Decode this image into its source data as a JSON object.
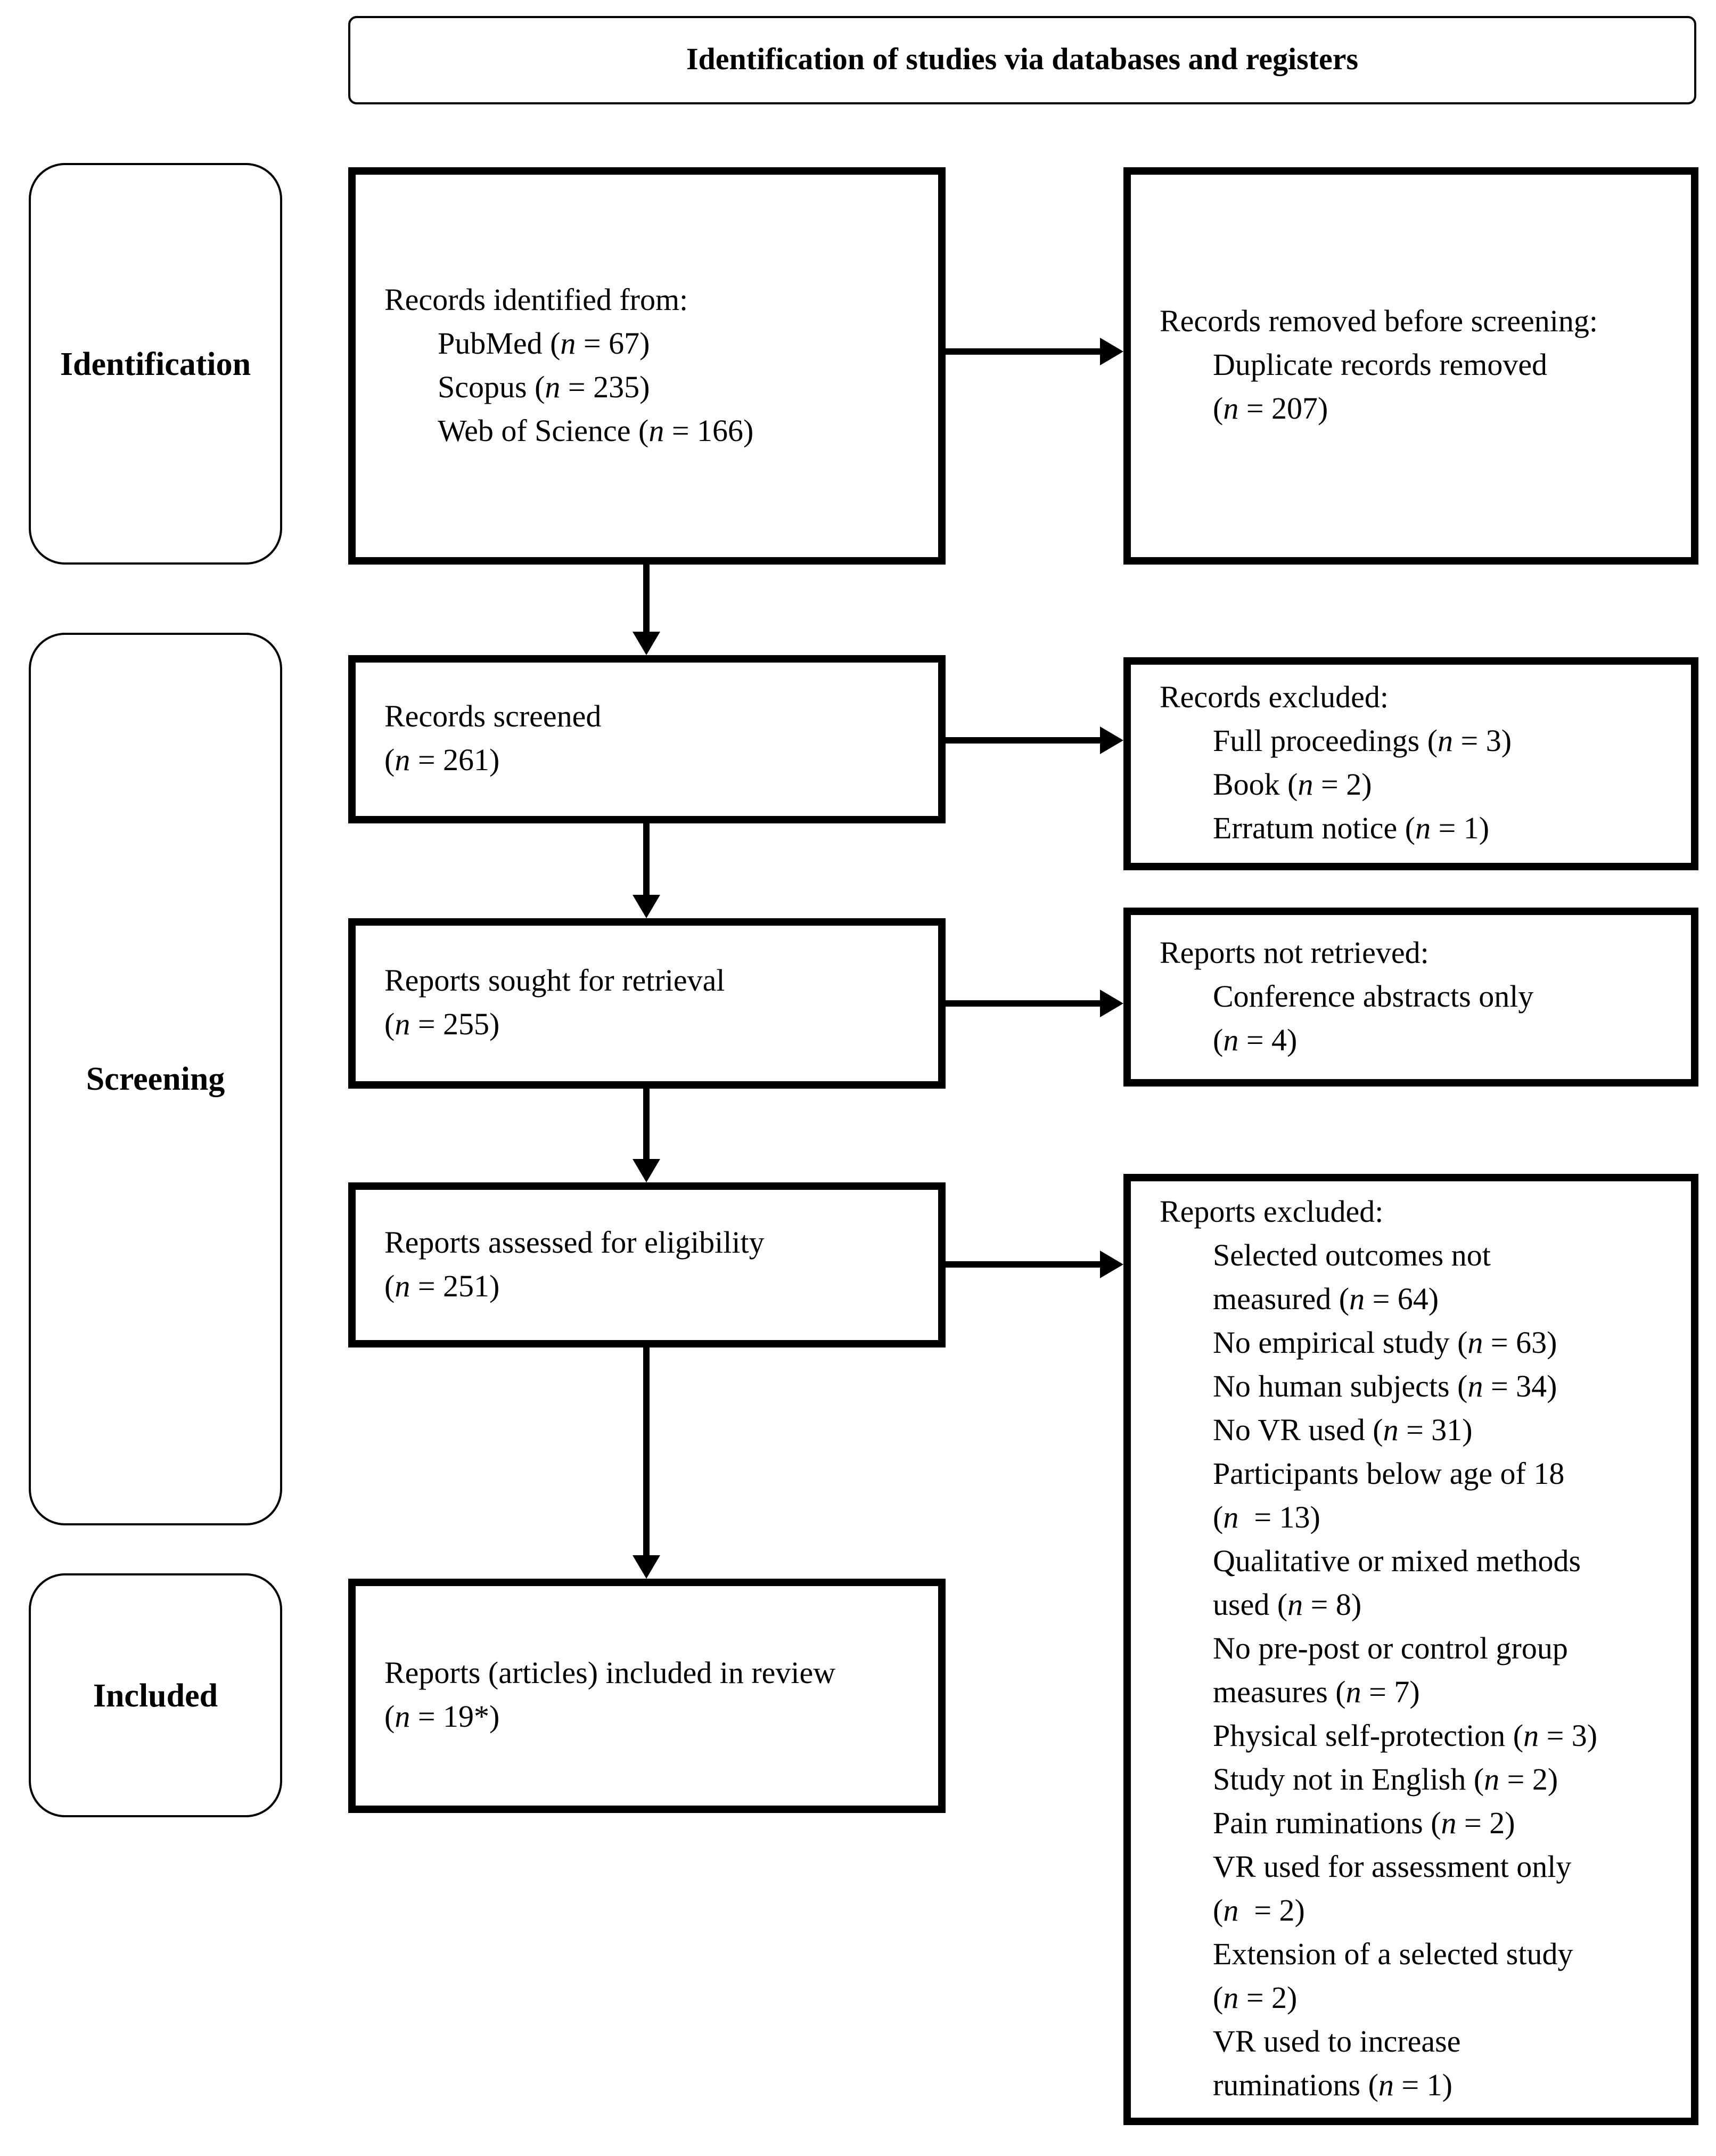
{
  "figure": {
    "title": "Identification of studies via databases and registers"
  },
  "stages": [
    {
      "label": "Identification"
    },
    {
      "label": "Screening"
    },
    {
      "label": "Included"
    }
  ],
  "boxes": {
    "records_identified": {
      "lines": [
        {
          "text": "Records identified from:",
          "indent": 0
        },
        {
          "text": "PubMed (n = 67)",
          "indent": 1
        },
        {
          "text": "Scopus (n = 235)",
          "indent": 1
        },
        {
          "text": "Web of Science (n = 166)",
          "indent": 1
        }
      ]
    },
    "records_removed": {
      "lines": [
        {
          "text": "Records removed before screening:",
          "indent": 0
        },
        {
          "text": "Duplicate records removed",
          "indent": 1
        },
        {
          "text": "(n = 207)",
          "indent": 1
        }
      ]
    },
    "records_screened": {
      "lines": [
        {
          "text": "Records screened",
          "indent": 0
        },
        {
          "text": "(n = 261)",
          "indent": 0
        }
      ]
    },
    "records_excluded": {
      "lines": [
        {
          "text": "Records excluded:",
          "indent": 0
        },
        {
          "text": "Full proceedings (n = 3)",
          "indent": 1
        },
        {
          "text": "Book (n = 2)",
          "indent": 1
        },
        {
          "text": "Erratum notice (n = 1)",
          "indent": 1
        }
      ]
    },
    "reports_sought": {
      "lines": [
        {
          "text": "Reports sought for retrieval",
          "indent": 0
        },
        {
          "text": "(n = 255)",
          "indent": 0
        }
      ]
    },
    "reports_not_retrieved": {
      "lines": [
        {
          "text": "Reports not retrieved:",
          "indent": 0
        },
        {
          "text": "Conference abstracts only",
          "indent": 1
        },
        {
          "text": "(n = 4)",
          "indent": 1
        }
      ]
    },
    "reports_assessed": {
      "lines": [
        {
          "text": "Reports assessed for eligibility",
          "indent": 0
        },
        {
          "text": "(n = 251)",
          "indent": 0
        }
      ]
    },
    "reports_excluded": {
      "lines": [
        {
          "text": "Reports excluded:",
          "indent": 0
        },
        {
          "text": "Selected outcomes not",
          "indent": 1
        },
        {
          "text": "measured (n = 64)",
          "indent": 1
        },
        {
          "text": "No empirical study (n = 63)",
          "indent": 1
        },
        {
          "text": "No human subjects (n = 34)",
          "indent": 1
        },
        {
          "text": "No VR used (n = 31)",
          "indent": 1
        },
        {
          "text": "Participants below age of 18",
          "indent": 1
        },
        {
          "text": "(n  = 13)",
          "indent": 1
        },
        {
          "text": "Qualitative or mixed methods",
          "indent": 1
        },
        {
          "text": "used (n = 8)",
          "indent": 1
        },
        {
          "text": "No pre-post or control group",
          "indent": 1
        },
        {
          "text": "measures (n = 7)",
          "indent": 1
        },
        {
          "text": "Physical self-protection (n = 3)",
          "indent": 1
        },
        {
          "text": "Study not in English (n = 2)",
          "indent": 1
        },
        {
          "text": "Pain ruminations (n = 2)",
          "indent": 1
        },
        {
          "text": "VR used for assessment only",
          "indent": 1
        },
        {
          "text": "(n  = 2)",
          "indent": 1
        },
        {
          "text": "Extension of a selected study",
          "indent": 1
        },
        {
          "text": "(n = 2)",
          "indent": 1
        },
        {
          "text": "VR used to increase",
          "indent": 1
        },
        {
          "text": "ruminations (n = 1)",
          "indent": 1
        }
      ]
    },
    "reports_included": {
      "lines": [
        {
          "text": "Reports (articles) included in review",
          "indent": 0
        },
        {
          "text": "(n = 19*)",
          "indent": 0
        }
      ]
    }
  },
  "colors": {
    "ink": "#000000",
    "background": "#ffffff"
  }
}
